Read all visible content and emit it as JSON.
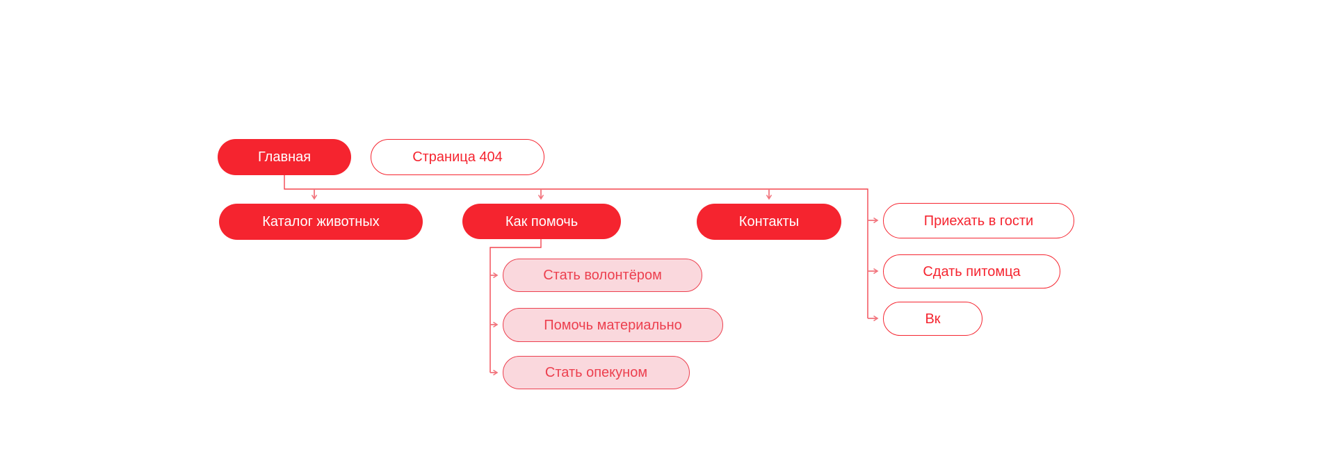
{
  "colors": {
    "primary_red": "#F5242F",
    "line_red": "#F3454F",
    "arrow_red": "#F2747D",
    "soft_stroke": "#EC3F4E",
    "soft_fill": "#FAD8DD",
    "bg": "#FFFFFF"
  },
  "sitemap": {
    "root": {
      "label": "Главная"
    },
    "orphan": {
      "label": "Страница 404"
    },
    "children": [
      {
        "label": "Каталог животных",
        "children": []
      },
      {
        "label": "Как помочь",
        "children": [
          {
            "label": "Стать волонтёром"
          },
          {
            "label": "Помочь материально"
          },
          {
            "label": "Стать опекуном"
          }
        ]
      },
      {
        "label": "Контакты",
        "children": [
          {
            "label": "Приехать в гости"
          },
          {
            "label": "Сдать питомца"
          },
          {
            "label": "Вк"
          }
        ]
      }
    ]
  }
}
